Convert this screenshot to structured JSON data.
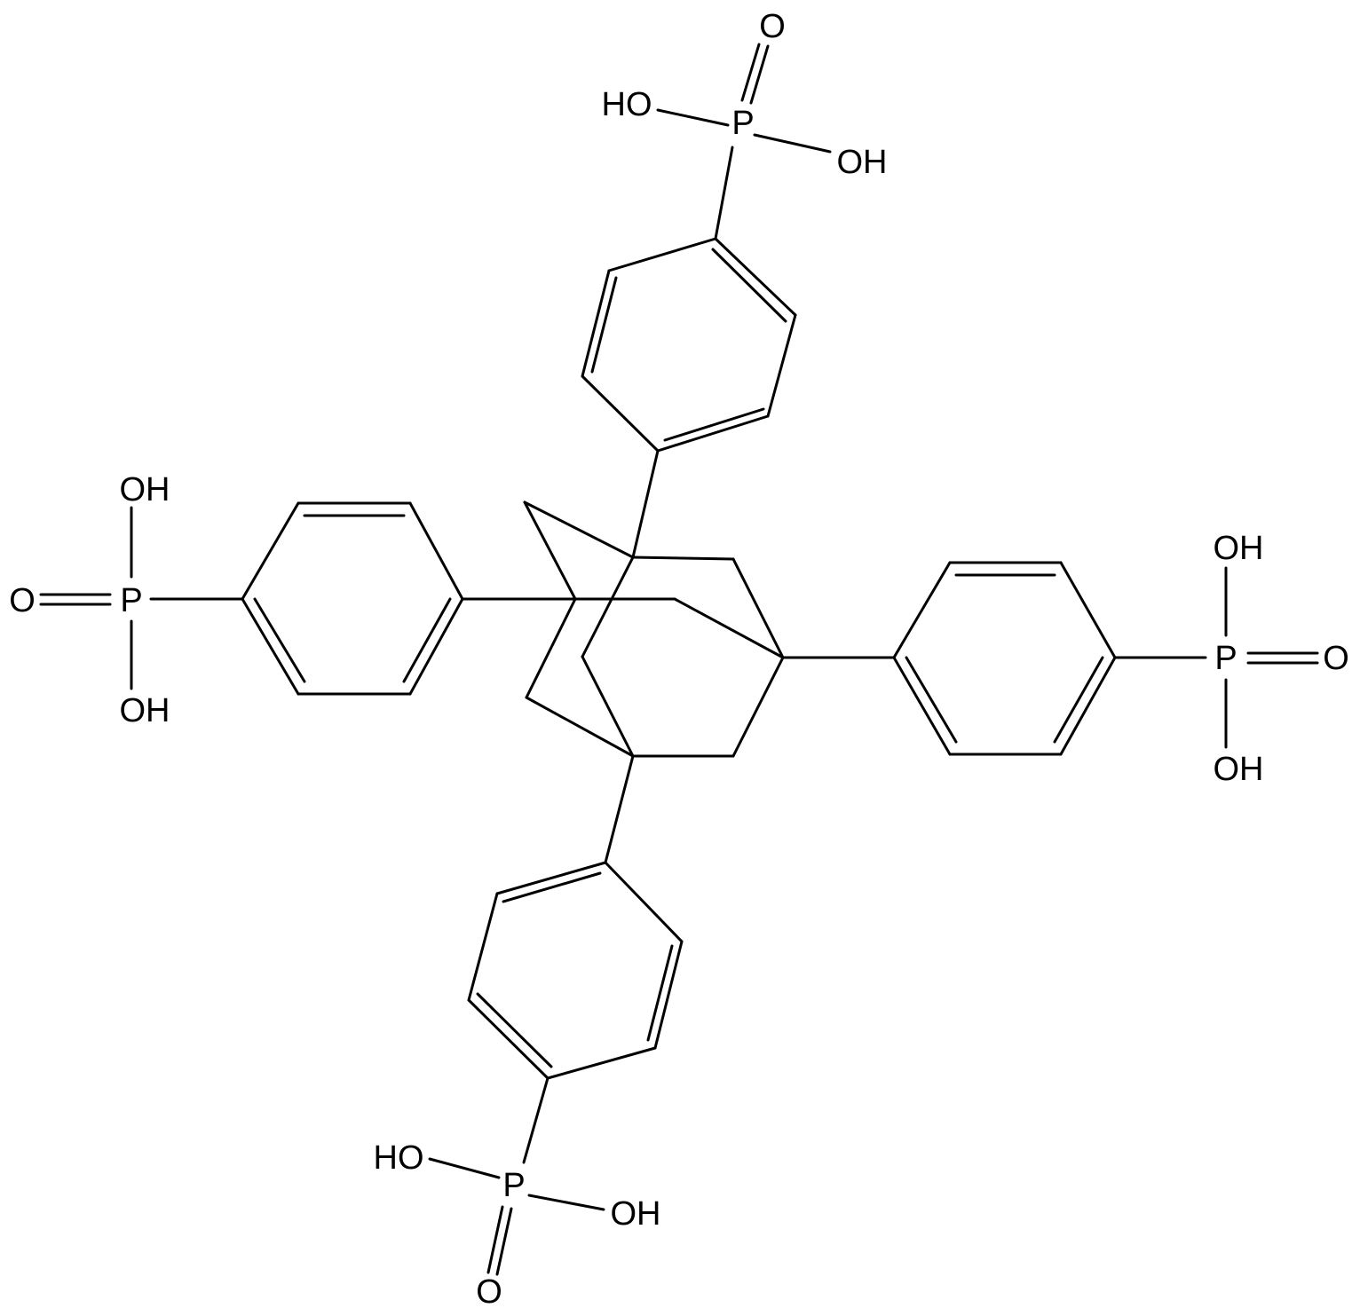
{
  "molecule": {
    "labels": {
      "top_ho": "HO",
      "top_p": "P",
      "top_o": "O",
      "top_oh": "OH",
      "left_oh_top": "OH",
      "left_o": "O",
      "left_p": "P",
      "left_oh_bottom": "OH",
      "right_oh_top": "OH",
      "right_p": "P",
      "right_o": "O",
      "right_oh_bottom": "OH",
      "bottom_ho": "HO",
      "bottom_p": "P",
      "bottom_oh": "OH",
      "bottom_o": "O"
    }
  }
}
